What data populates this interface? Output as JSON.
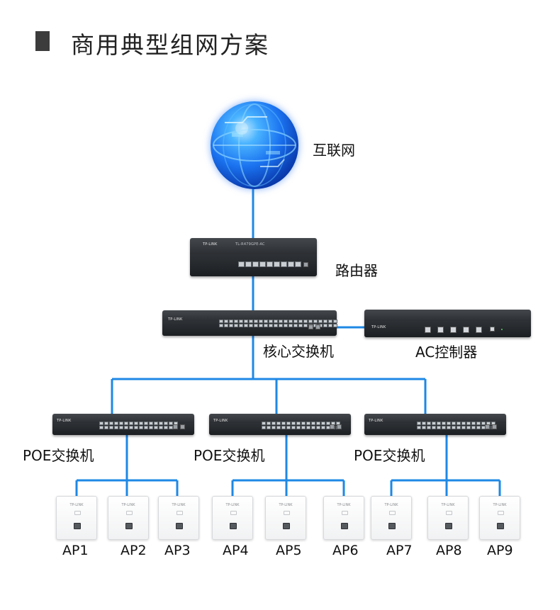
{
  "header": {
    "title": "商用典型组网方案"
  },
  "nodes": {
    "internet": "互联网",
    "router": "路由器",
    "core_switch": "核心交换机",
    "ac_controller": "AC控制器",
    "poe_switch": "POE交换机"
  },
  "device_branding": {
    "logo": "TP-LINK",
    "router_model": "TL-R479GPE-AC"
  },
  "access_points": [
    "AP1",
    "AP2",
    "AP3",
    "AP4",
    "AP5",
    "AP6",
    "AP7",
    "AP8",
    "AP9"
  ],
  "colors": {
    "link": "#1e88e5",
    "device": "#2a2d31",
    "globe": "#1b73f0"
  }
}
